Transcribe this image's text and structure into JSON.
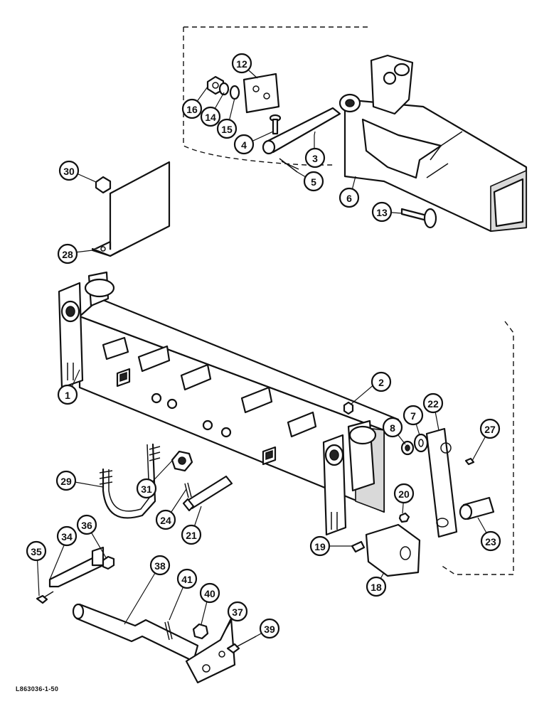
{
  "figure": {
    "reference_code": "L863036-1-50"
  },
  "callouts": [
    {
      "id": "c1",
      "label": "1"
    },
    {
      "id": "c2",
      "label": "2"
    },
    {
      "id": "c3",
      "label": "3"
    },
    {
      "id": "c4",
      "label": "4"
    },
    {
      "id": "c5",
      "label": "5"
    },
    {
      "id": "c6",
      "label": "6"
    },
    {
      "id": "c7",
      "label": "7"
    },
    {
      "id": "c8",
      "label": "8"
    },
    {
      "id": "c12",
      "label": "12"
    },
    {
      "id": "c13",
      "label": "13"
    },
    {
      "id": "c14",
      "label": "14"
    },
    {
      "id": "c15",
      "label": "15"
    },
    {
      "id": "c16",
      "label": "16"
    },
    {
      "id": "c18",
      "label": "18"
    },
    {
      "id": "c19",
      "label": "19"
    },
    {
      "id": "c20",
      "label": "20"
    },
    {
      "id": "c21",
      "label": "21"
    },
    {
      "id": "c22",
      "label": "22"
    },
    {
      "id": "c23",
      "label": "23"
    },
    {
      "id": "c24",
      "label": "24"
    },
    {
      "id": "c27",
      "label": "27"
    },
    {
      "id": "c28",
      "label": "28"
    },
    {
      "id": "c29",
      "label": "29"
    },
    {
      "id": "c30",
      "label": "30"
    },
    {
      "id": "c31",
      "label": "31"
    },
    {
      "id": "c34",
      "label": "34"
    },
    {
      "id": "c35",
      "label": "35"
    },
    {
      "id": "c36",
      "label": "36"
    },
    {
      "id": "c37",
      "label": "37"
    },
    {
      "id": "c38",
      "label": "38"
    },
    {
      "id": "c39",
      "label": "39"
    },
    {
      "id": "c40",
      "label": "40"
    },
    {
      "id": "c41",
      "label": "41"
    }
  ]
}
